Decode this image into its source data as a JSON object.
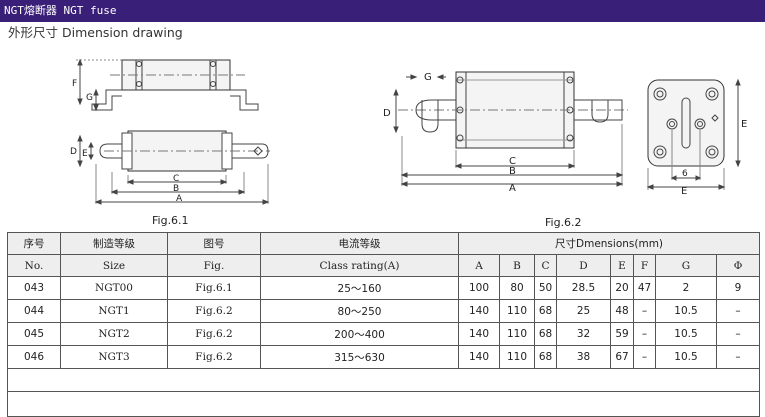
{
  "header": {
    "title": "NGT熔断器 NGT fuse"
  },
  "section": {
    "subtitle": "外形尺寸 Dimension drawing"
  },
  "figures": {
    "fig1": {
      "caption": "Fig.6.1",
      "labels": {
        "F": "F",
        "G": "G",
        "D": "D",
        "E": "E",
        "C": "C",
        "B": "B",
        "A": "A"
      }
    },
    "fig2": {
      "caption": "Fig.6.2",
      "labels": {
        "G": "G",
        "D": "D",
        "C": "C",
        "B": "B",
        "A": "A",
        "E": "E",
        "Fs": "6",
        "Es": "E"
      }
    }
  },
  "table": {
    "headers": {
      "no_cn": "序号",
      "no_en": "No.",
      "size_cn": "制造等级",
      "size_en": "Size",
      "fig_cn": "图号",
      "fig_en": "Fig.",
      "rating_cn": "电流等级",
      "rating_en": "Class rating(A)",
      "dims": "尺寸Dmensions(mm)",
      "A": "A",
      "B": "B",
      "C": "C",
      "D": "D",
      "E": "E",
      "F": "F",
      "G": "G",
      "Phi": "Φ"
    },
    "rows": [
      {
        "no": "043",
        "size": "NGT00",
        "fig": "Fig.6.1",
        "rating": "25～160",
        "A": "100",
        "B": "80",
        "C": "50",
        "D": "28.5",
        "E": "20",
        "F": "47",
        "G": "2",
        "Phi": "9"
      },
      {
        "no": "044",
        "size": "NGT1",
        "fig": "Fig.6.2",
        "rating": "80～250",
        "A": "140",
        "B": "110",
        "C": "68",
        "D": "25",
        "E": "48",
        "F": "–",
        "G": "10.5",
        "Phi": "–"
      },
      {
        "no": "045",
        "size": "NGT2",
        "fig": "Fig.6.2",
        "rating": "200～400",
        "A": "140",
        "B": "110",
        "C": "68",
        "D": "32",
        "E": "59",
        "F": "–",
        "G": "10.5",
        "Phi": "–"
      },
      {
        "no": "046",
        "size": "NGT3",
        "fig": "Fig.6.2",
        "rating": "315～630",
        "A": "140",
        "B": "110",
        "C": "68",
        "D": "38",
        "E": "67",
        "F": "–",
        "G": "10.5",
        "Phi": "–"
      }
    ]
  }
}
